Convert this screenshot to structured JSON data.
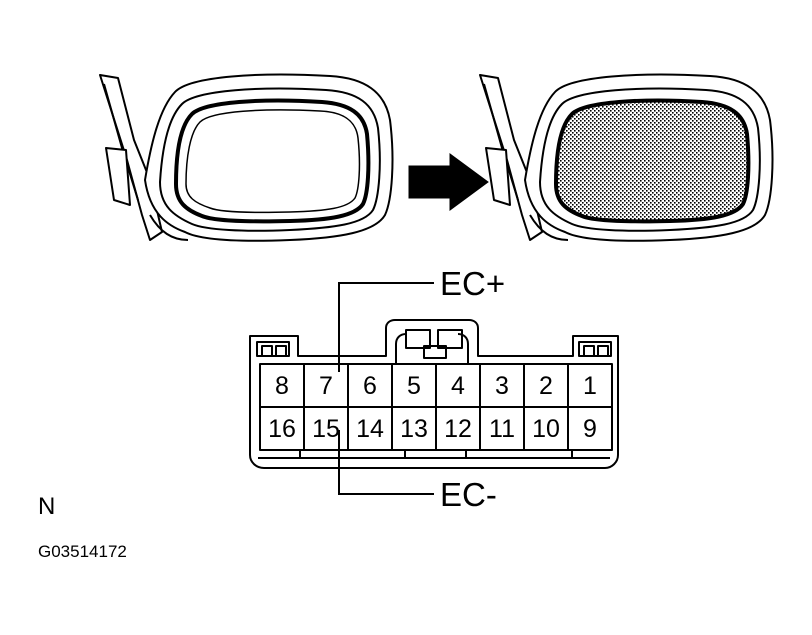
{
  "labels": {
    "ec_plus": "EC+",
    "ec_minus": "EC-",
    "corner_mark": "N",
    "figure_code": "G03514172"
  },
  "connector": {
    "top_row": [
      "8",
      "7",
      "6",
      "5",
      "4",
      "3",
      "2",
      "1"
    ],
    "bottom_row": [
      "16",
      "15",
      "14",
      "13",
      "12",
      "11",
      "10",
      "9"
    ]
  },
  "mirror_states": {
    "before": "clear",
    "after": "shaded"
  },
  "colors": {
    "line": "#000000",
    "background": "#ffffff"
  }
}
